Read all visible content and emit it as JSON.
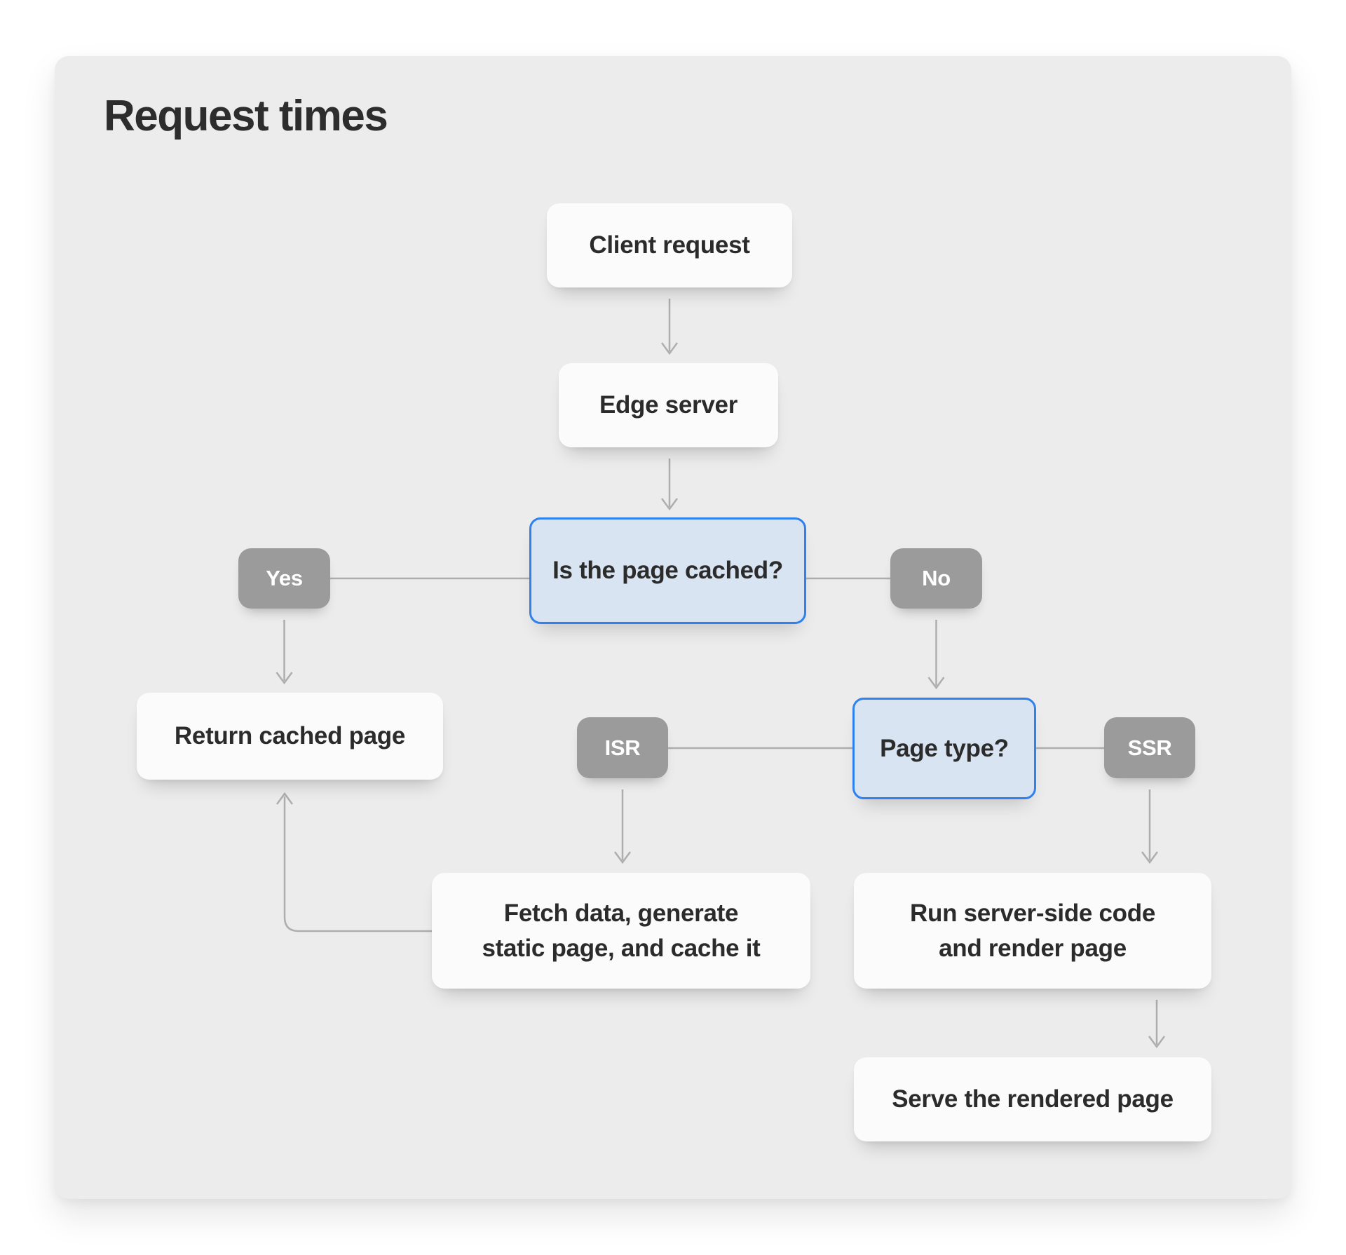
{
  "title": "Request times",
  "colors": {
    "page_background": "#ffffff",
    "card_background": "#ececec",
    "node_white": "#fbfbfb",
    "decision_fill": "#d9e4f2",
    "decision_border": "#2f81ed",
    "label_gray": "#9b9b9b",
    "connector_gray": "#aeaeae",
    "text_dark": "#2b2b2b"
  },
  "nodes": {
    "client_request": {
      "label": "Client request"
    },
    "edge_server": {
      "label": "Edge server"
    },
    "is_page_cached": {
      "label": "Is the page cached?"
    },
    "yes": {
      "label": "Yes"
    },
    "no": {
      "label": "No"
    },
    "return_cached_page": {
      "label": "Return cached page"
    },
    "isr": {
      "label": "ISR"
    },
    "page_type": {
      "label": "Page type?"
    },
    "ssr": {
      "label": "SSR"
    },
    "fetch_generate_cache": {
      "label": "Fetch data, generate static page, and cache it"
    },
    "run_server_side": {
      "label": "Run server-side code and render page"
    },
    "serve_rendered_page": {
      "label": "Serve the rendered page"
    }
  },
  "edges": [
    {
      "from": "client_request",
      "to": "edge_server",
      "type": "arrow"
    },
    {
      "from": "edge_server",
      "to": "is_page_cached",
      "type": "arrow"
    },
    {
      "from": "is_page_cached",
      "to": "yes",
      "type": "line"
    },
    {
      "from": "is_page_cached",
      "to": "no",
      "type": "line"
    },
    {
      "from": "yes",
      "to": "return_cached_page",
      "type": "arrow"
    },
    {
      "from": "no",
      "to": "page_type",
      "type": "arrow"
    },
    {
      "from": "page_type",
      "to": "isr",
      "type": "line"
    },
    {
      "from": "page_type",
      "to": "ssr",
      "type": "line"
    },
    {
      "from": "isr",
      "to": "fetch_generate_cache",
      "type": "arrow"
    },
    {
      "from": "ssr",
      "to": "run_server_side",
      "type": "arrow"
    },
    {
      "from": "fetch_generate_cache",
      "to": "return_cached_page",
      "type": "arrow-loop"
    },
    {
      "from": "run_server_side",
      "to": "serve_rendered_page",
      "type": "arrow"
    }
  ]
}
